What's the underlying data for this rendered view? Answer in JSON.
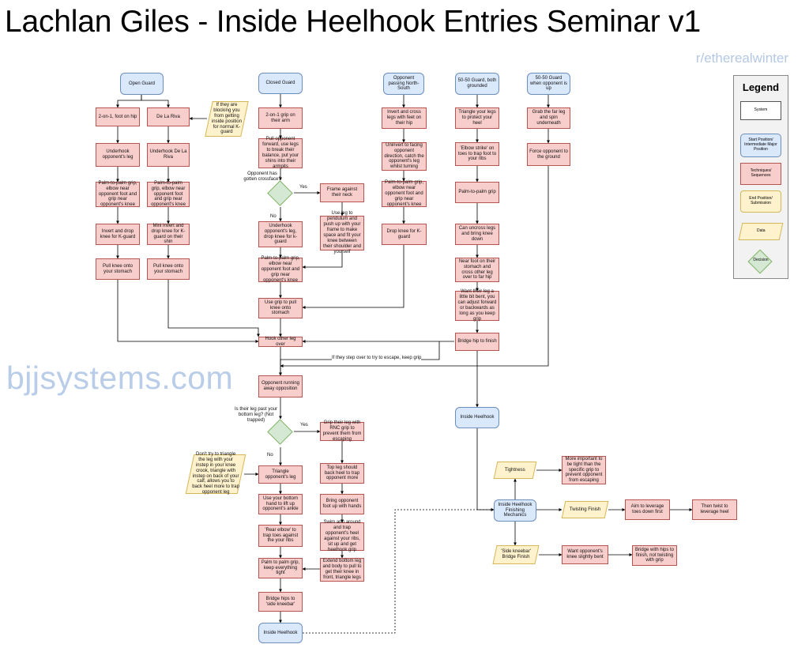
{
  "title": "Lachlan Giles - Inside Heelhook Entries Seminar v1",
  "credit": "r/etherealwinter",
  "watermark": "bjjsystems.com",
  "legend": {
    "title": "Legend",
    "system": "System",
    "start": "Start Position/ Intermediate Major Position",
    "technique": "Techniques/ Sequences",
    "end": "End Position/ Submission",
    "data": "Data",
    "decision": "Decision"
  },
  "colors": {
    "technique_fill": "#f8cecc",
    "start_fill": "#dae8fc",
    "end_fill": "#fff2cc",
    "decision_fill": "#d5e8d4"
  },
  "nodes": {
    "open_guard": "Open Guard",
    "closed_guard": "Closed Guard",
    "passing_ns": "Opponent passing North-South",
    "fifty_grounded": "50-50 Guard, both grounded",
    "fifty_up": "50-50 Guard when opponent is up",
    "two_on_one_hip": "2-on-1, foot on hip",
    "dlr": "De La Riva",
    "note_blocking": "If they are blocking you from getting inside position for normal K-guard",
    "underhook_leg": "Underhook opponent's leg",
    "underhook_dlr": "Underhook De La Riva",
    "palm_a": "Palm-to-palm grip, elbow near opponent foot and grip near opponent's knee",
    "palm_b": "Palm-to-palm grip, elbow near opponent foot and grip near opponent's knee",
    "invert_drop": "Invert and drop knee for K-guard",
    "mini_invert": "Mini invert and drop knee for K-guard on their shin",
    "pull_knee_a": "Pull knee onto your stomach",
    "pull_knee_b": "Pull knee onto your stomach",
    "cg_two_on_one": "2-on-1 grip on their arm",
    "cg_pull_forward": "Pull opponent forward, use legs to break their balance, put your shins into their armpits",
    "q_crossface": "Opponent has gotten crossface?",
    "yes1": "Yes",
    "no1": "No",
    "frame_neck": "Frame against their neck",
    "pendulum": "Use leg to pendulum and push up with your frame to make space and fit your knee between their shoulder and yourself",
    "cg_underhook": "Underhook opponent's leg, drop knee for k-guard",
    "palm_c": "Palm-to-palm grip, elbow near opponent foot and grip near opponent's knee",
    "grip_pull_knee": "Use grip to pull knee onto stomach",
    "hook_other": "Hook other leg over",
    "ns_invert": "Invert and cross legs with feet on their hip",
    "ns_uninvert": "Uninvert to facing opponent direction, catch the opponent's leg whilst turning",
    "palm_d": "Palm-to-palm grip, elbow near opponent foot and grip near opponent's knee",
    "ns_drop": "Drop knee for K-guard",
    "f_triangle": "Triangle your legs to protect your heel",
    "f_elbow": "'Elbow strike' on toes to trap foot to your ribs",
    "f_palm": "Palm-to-palm grip",
    "f_uncross": "Can uncross legs and bring knee down",
    "f_nearfoot": "Near foot on their stomach and cross other leg over to far hip",
    "f_bent": "Want their leg a little bit bent, you can adjust forward or backwards as long as you keep grip",
    "f_bridge": "Bridge hip to finish",
    "u_grab": "Grab the far leg and spin underneath",
    "u_force": "Force opponent to the ground",
    "edge_escape": "If they step over to try to escape, keep grip",
    "running_away": "Opponent running away opposition",
    "q_leg_past": "Is their leg past your bottom leg? (Not trapped)",
    "yes2": "Yes",
    "no2": "No",
    "grip_rnc": "Grip their leg with RNC grip to prevent them from escaping",
    "top_leg_back": "Top leg should back heel to trap opponent more",
    "bring_foot": "Bring opponent foot up with hands",
    "swim_arm": "Swim arm around and trap opponent's heel against your ribs, sit up and get heelhook grip",
    "extend_leg": "Extend bottom leg and body to pull to get their knee in front, triangle legs",
    "note_triangle": "Don't try to triangle the leg with your instep in your knee crook, triangle with instep on back of your calf, allows you to back heel more to trap opponent leg",
    "triangle_leg": "Triangle opponent's leg",
    "bottom_hand": "Use your bottom hand to lift up opponent's ankle",
    "rear_elbow": "'Rear elbow' to trap toes against the your ribs",
    "palm_grip_tight": "Palm to palm grip, keep everything tight",
    "bridge_side": "Bridge hips to 'side kneebar'",
    "inside_heelhook_a": "Inside Heelhook",
    "inside_heelhook_b": "Inside Heelhook",
    "mechanics": "Inside Heelhook Finishing Mechanics",
    "tightness": "Tightness",
    "tight_note": "More important to be tight than the specific grip to prevent opponent from escaping",
    "twisting": "Twisting Finish",
    "aim_toes": "Aim to leverage toes down first",
    "then_twist": "Then twist to leverage heel",
    "side_kneebar": "'Side kneebar' Bridge Finish",
    "want_bent": "Want opponent's knee slightly bent",
    "bridge_hips": "Bridge with hips to finish, not twisting with grip"
  }
}
